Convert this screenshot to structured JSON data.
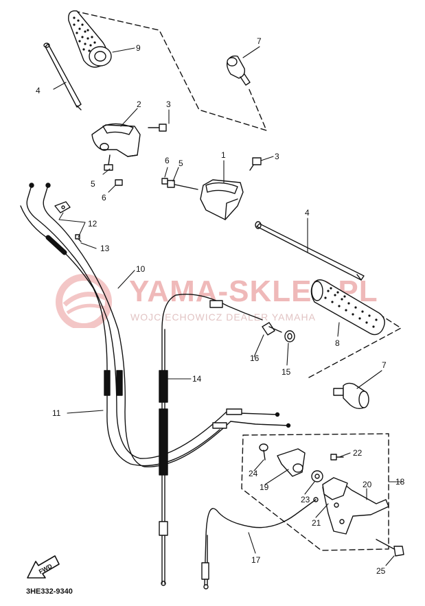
{
  "parts": [
    {
      "num": "1"
    },
    {
      "num": "2"
    },
    {
      "num": "3"
    },
    {
      "num": "3"
    },
    {
      "num": "4"
    },
    {
      "num": "4"
    },
    {
      "num": "5"
    },
    {
      "num": "5"
    },
    {
      "num": "6"
    },
    {
      "num": "6"
    },
    {
      "num": "7"
    },
    {
      "num": "7"
    },
    {
      "num": "8"
    },
    {
      "num": "9"
    },
    {
      "num": "10"
    },
    {
      "num": "11"
    },
    {
      "num": "12"
    },
    {
      "num": "13"
    },
    {
      "num": "14"
    },
    {
      "num": "15"
    },
    {
      "num": "16"
    },
    {
      "num": "17"
    },
    {
      "num": "18"
    },
    {
      "num": "19"
    },
    {
      "num": "20"
    },
    {
      "num": "21"
    },
    {
      "num": "22"
    },
    {
      "num": "23"
    },
    {
      "num": "24"
    },
    {
      "num": "25"
    }
  ],
  "fwd_label": "FWD",
  "diagram_code": "3HE332-9340",
  "watermark": {
    "brand": "YAMA-SKLEP.PL",
    "subtitle": "WOJCIECHOWICZ DEALER YAMAHA"
  },
  "colors": {
    "ink": "#111111",
    "watermark": "#efb9b9"
  }
}
